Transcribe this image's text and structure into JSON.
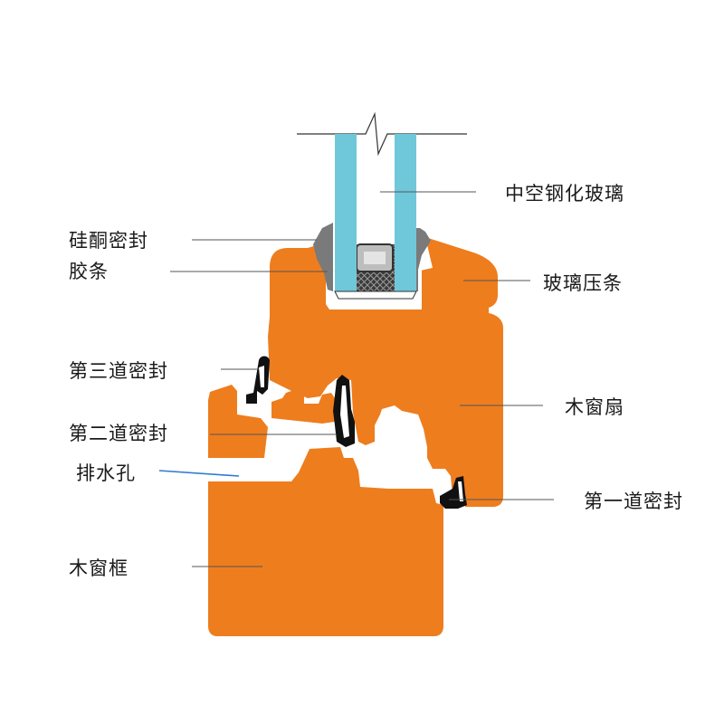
{
  "colors": {
    "wood": "#EE7D1E",
    "glass": "#6FC8DA",
    "seal": "#111111",
    "silicone": "#555555",
    "drain_line": "#2E7BD0",
    "leader": "#555555"
  },
  "labels": {
    "hollow_glass": "中空钢化玻璃",
    "silicone_seal": "硅酮密封",
    "glue_strip": "胶条",
    "glass_bead": "玻璃压条",
    "third_seal": "第三道密封",
    "sash": "木窗扇",
    "second_seal": "第二道密封",
    "drain_hole": "排水孔",
    "first_seal": "第一道密封",
    "frame": "木窗框"
  }
}
